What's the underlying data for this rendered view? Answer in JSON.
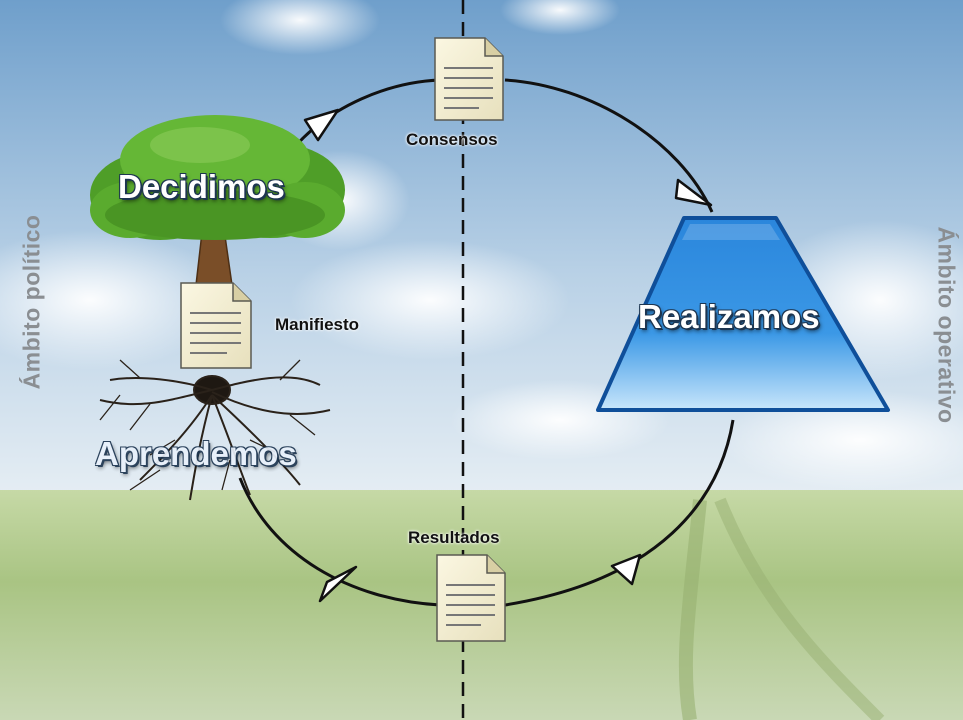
{
  "side_labels": {
    "left": "Ámbito político",
    "right": "Ámbito operativo"
  },
  "stages": {
    "decide": "Decidimos",
    "realize": "Realizamos",
    "learn": "Aprendemos"
  },
  "documents": {
    "consensus": "Consensos",
    "manifesto": "Manifiesto",
    "results": "Resultados"
  },
  "colors": {
    "sky_top": "#6f9fcb",
    "sky_bottom": "#e4eef5",
    "field": "#a5c27a",
    "tree_leaves": "#5aab2e",
    "trapezoid": "#1e7fd6",
    "divider": "#111111"
  },
  "icons": {
    "document": "document-icon",
    "tree": "tree-icon",
    "roots": "roots-icon",
    "arrowhead": "arrowhead-icon"
  }
}
